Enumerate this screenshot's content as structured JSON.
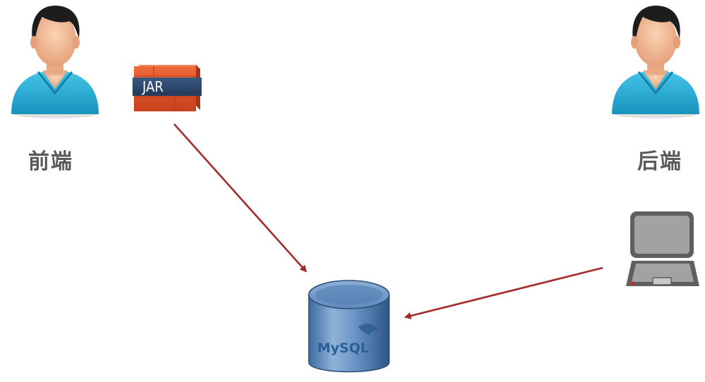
{
  "diagram": {
    "nodes": {
      "frontend_user": {
        "label": "前端",
        "icon": "user-icon"
      },
      "backend_user": {
        "label": "后端",
        "icon": "user-icon"
      },
      "jar_package": {
        "label": "JAR",
        "icon": "jar-package-icon"
      },
      "laptop": {
        "icon": "laptop-icon"
      },
      "database": {
        "label": "MySQL",
        "icon": "mysql-database-icon"
      }
    },
    "edges": [
      {
        "from": "jar_package",
        "to": "database"
      },
      {
        "from": "laptop",
        "to": "database"
      }
    ],
    "colors": {
      "arrow": "#a52a2a",
      "user_shirt": "#2bb0d8",
      "jar_orange": "#e0522a",
      "jar_band": "#2e4a6e",
      "db_blue": "#4d7fb8",
      "laptop_gray": "#9a9a9a"
    }
  }
}
